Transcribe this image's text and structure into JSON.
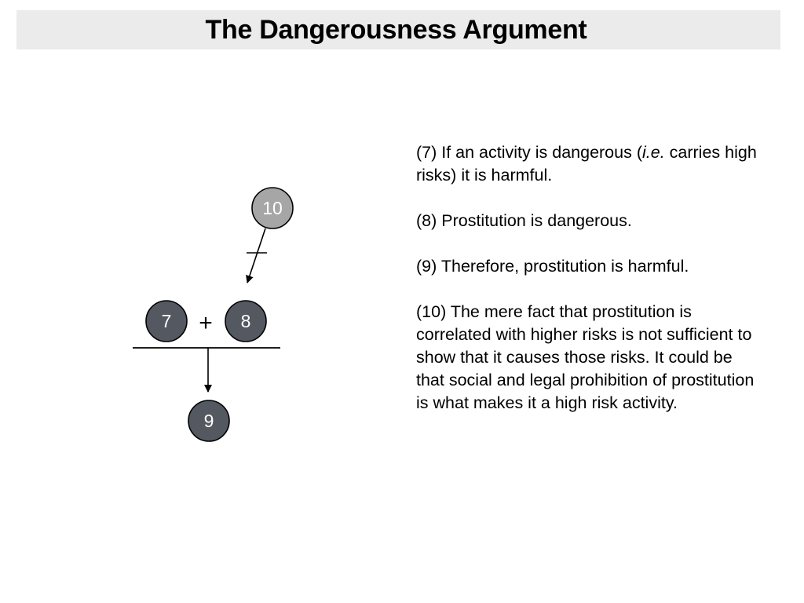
{
  "slide": {
    "title": "The Dangerousness Argument"
  },
  "diagram": {
    "nodes": [
      {
        "id": "10",
        "label": "10",
        "fill": "#a6a6a6",
        "role": "objection"
      },
      {
        "id": "7",
        "label": "7",
        "fill": "#545860",
        "role": "premise"
      },
      {
        "id": "8",
        "label": "8",
        "fill": "#545860",
        "role": "premise"
      },
      {
        "id": "9",
        "label": "9",
        "fill": "#545860",
        "role": "conclusion"
      }
    ],
    "operator": "+",
    "edges": [
      {
        "from": "10",
        "to": "8",
        "type": "rebuttal (crossed arrow)"
      },
      {
        "from": "7+8",
        "to": "9",
        "type": "support"
      }
    ]
  },
  "statements": {
    "s7": {
      "before": "(7) If an activity is dangerous (",
      "italic": "i.e.",
      "after": " carries high risks) it is harmful."
    },
    "s8": "(8) Prostitution is dangerous.",
    "s9": "(9) Therefore, prostitution is harmful.",
    "s10": "(10) The mere fact that prostitution is correlated with higher risks is not sufficient to show that it causes those risks. It could be that social and legal prohibition of prostitution is what makes it a high risk activity."
  }
}
